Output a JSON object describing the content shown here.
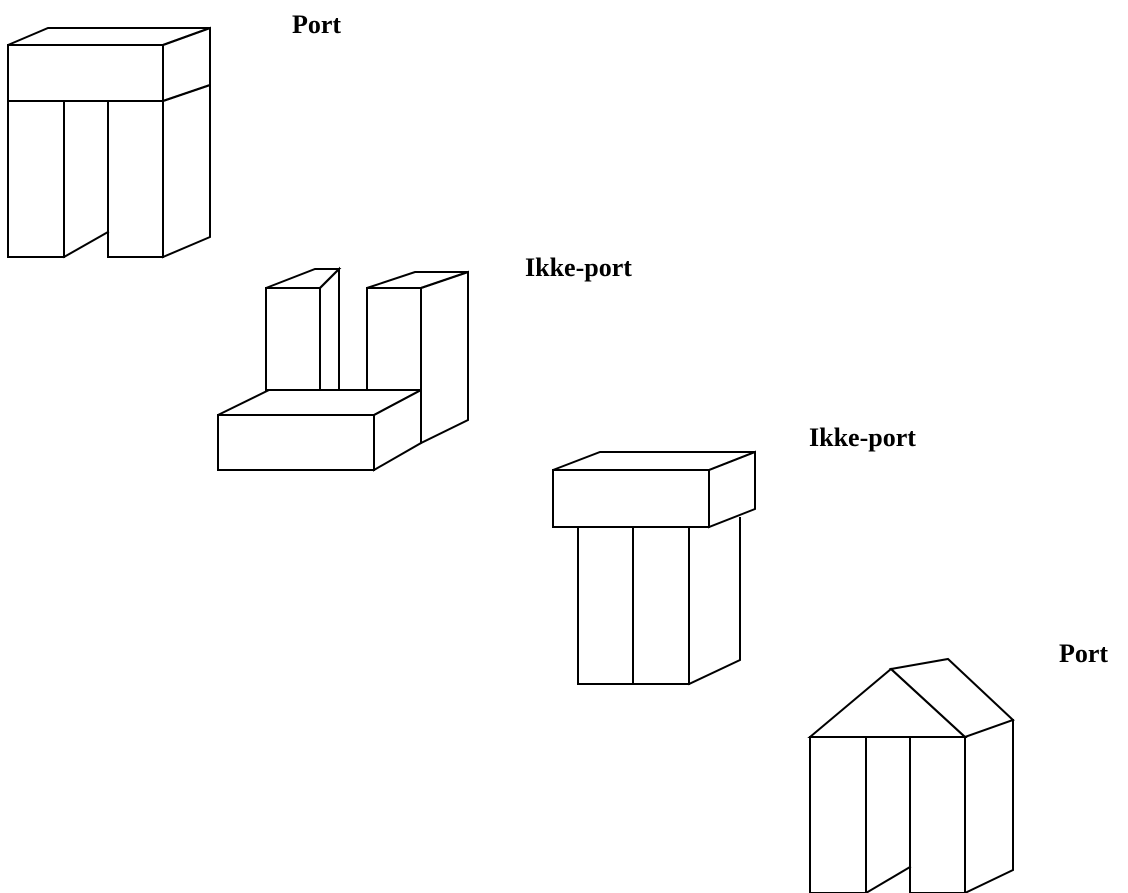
{
  "figures": [
    {
      "label": "Port"
    },
    {
      "label": "Ikke-port"
    },
    {
      "label": "Ikke-port"
    },
    {
      "label": "Port"
    }
  ]
}
